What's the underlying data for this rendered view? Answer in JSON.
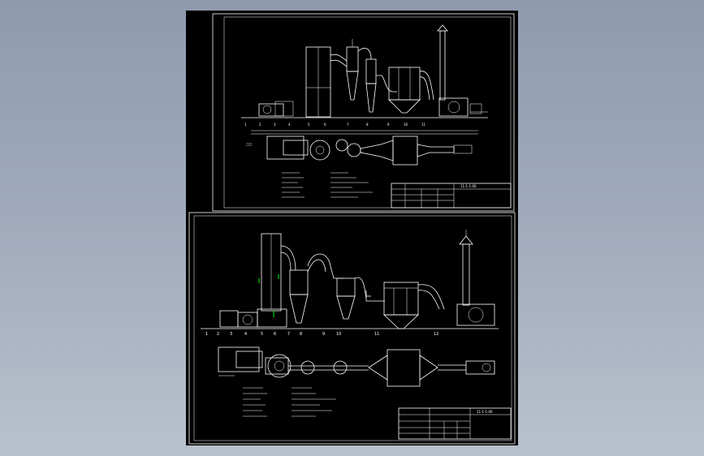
{
  "top_sheet": {
    "drawing_number": "11-1-1-00",
    "part_labels": [
      "1",
      "2",
      "3",
      "4",
      "5",
      "6",
      "7",
      "8",
      "9",
      "10",
      "11"
    ]
  },
  "bottom_sheet": {
    "drawing_number": "11-1-1-00",
    "part_labels": [
      "1",
      "2",
      "3",
      "4",
      "5",
      "6",
      "7",
      "8",
      "9",
      "10",
      "11",
      "12"
    ]
  },
  "colors": {
    "background": "#8e9aae",
    "sheet": "#000000",
    "line": "#ffffff",
    "marker": "#00ff00"
  }
}
